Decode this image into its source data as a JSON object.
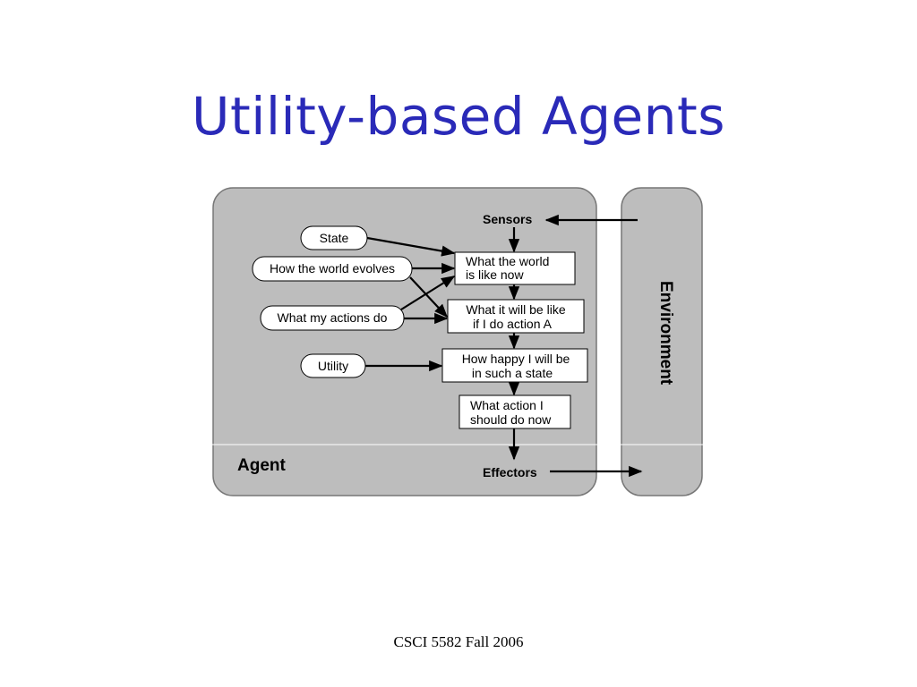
{
  "title": "Utility-based Agents",
  "footer": "CSCI 5582 Fall 2006",
  "diagram": {
    "agent_label": "Agent",
    "environment_label": "Environment",
    "sensors_label": "Sensors",
    "effectors_label": "Effectors",
    "inputs": {
      "state": "State",
      "world_evolves": "How the world evolves",
      "actions_do": "What my actions do",
      "utility": "Utility"
    },
    "boxes": {
      "world_now": [
        "What the world",
        "is like now"
      ],
      "will_be_like": [
        "What it will be like",
        "if I do action A"
      ],
      "how_happy": [
        "How happy I will be",
        "in such a state"
      ],
      "action_do": [
        "What action I",
        "should do now"
      ]
    }
  }
}
